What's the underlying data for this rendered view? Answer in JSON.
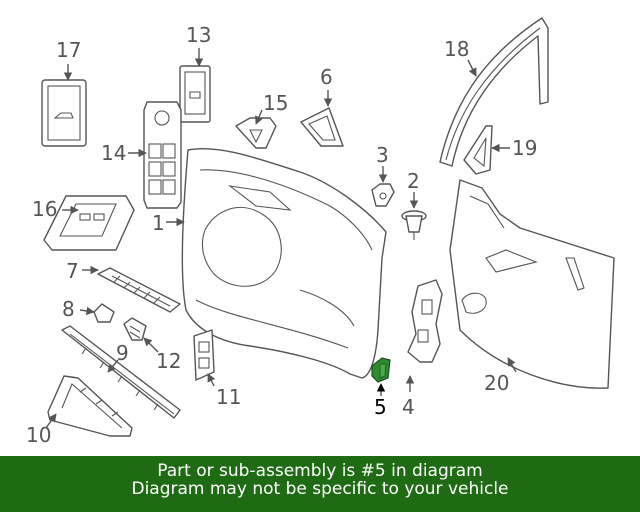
{
  "highlight_color": "#2e8b2e",
  "footer_bg": "#1e6b14",
  "callouts": {
    "c1": "1",
    "c2": "2",
    "c3": "3",
    "c4": "4",
    "c5": "5",
    "c6": "6",
    "c7": "7",
    "c8": "8",
    "c9": "9",
    "c10": "10",
    "c11": "11",
    "c12": "12",
    "c13": "13",
    "c14": "14",
    "c15": "15",
    "c16": "16",
    "c17": "17",
    "c18": "18",
    "c19": "19",
    "c20": "20"
  },
  "footer": {
    "line1": "Part or sub-assembly is #5 in diagram",
    "line2": "Diagram may not be specific to your vehicle"
  }
}
